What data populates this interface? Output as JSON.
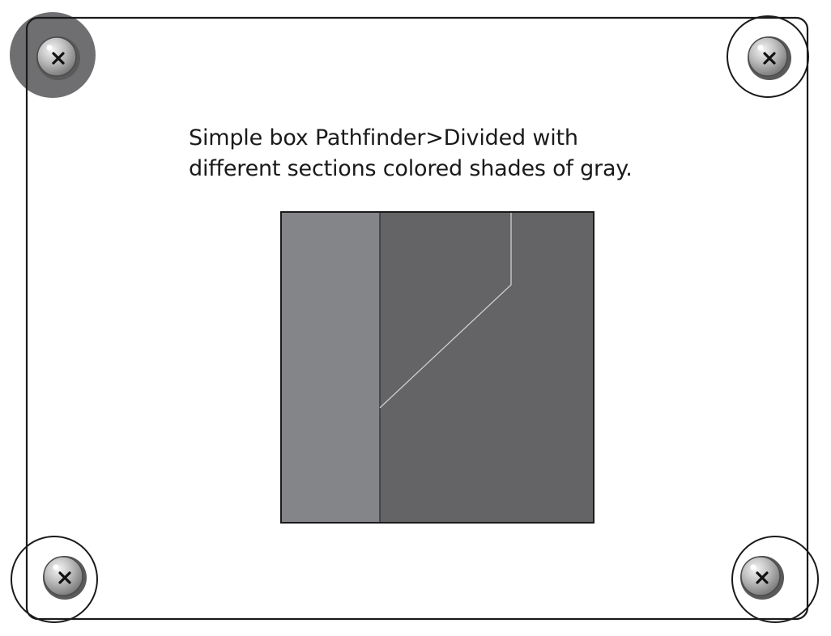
{
  "caption": {
    "line1": "Simple box Pathfinder>Divided with",
    "line2": "different sections colored shades of gray."
  },
  "screws": [
    {
      "id": "top-left",
      "icon": "screw-icon",
      "highlighted": true
    },
    {
      "id": "top-right",
      "icon": "screw-icon",
      "highlighted": false
    },
    {
      "id": "bottom-left",
      "icon": "screw-icon",
      "highlighted": false
    },
    {
      "id": "bottom-right",
      "icon": "screw-icon",
      "highlighted": false
    }
  ],
  "colors": {
    "frame_stroke": "#1a1a1a",
    "left_section": "#848589",
    "right_section": "#646466",
    "divider_line": "#c8c8c8",
    "highlight": "#6f6f71",
    "screw_light": "#e8e8e8",
    "screw_dark": "#8a8a8a"
  }
}
